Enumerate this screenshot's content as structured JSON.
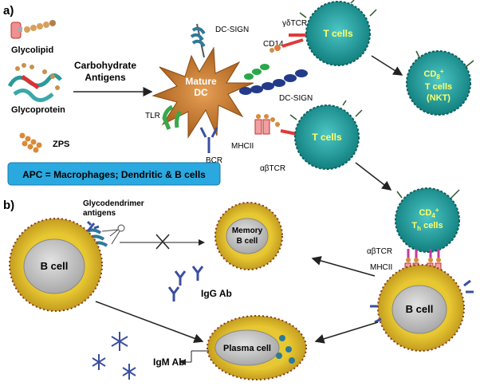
{
  "panel_a": {
    "label": "a)",
    "antigens": [
      "Glycolipid",
      "Glycoprotein",
      "ZPS"
    ],
    "carb_antigens": [
      "Carbohydrate",
      "Antigens"
    ],
    "dc": [
      "Mature",
      "DC"
    ],
    "receptors": {
      "dc_sign_top": "DC-SIGN",
      "gd_tcr": "γδTCR",
      "cd14": "CD14",
      "dc_sign_mid": "DC-SIGN",
      "tlr": "TLR",
      "bcr": "BCR",
      "mhcii": "MHCII",
      "ab_tcr": "αβTCR"
    },
    "tcells_top": "T cells",
    "tcells_mid": "T cells",
    "nkt": [
      "CD",
      "8",
      "+",
      "T cells",
      "(NKT)"
    ],
    "apc_box": "APC = Macrophages; Dendritic & B cells"
  },
  "panel_b": {
    "label": "b)",
    "glycodendrimer": [
      "Glycodendrimer",
      "antigens"
    ],
    "bcell_left": "B cell",
    "memory": [
      "Memory",
      "B cell"
    ],
    "igg": "IgG Ab",
    "plasma": "Plasma cell",
    "igm": "IgM Ab",
    "cd4": [
      "CD",
      "4",
      "+",
      "T",
      "h",
      " cells"
    ],
    "ab_tcr": "αβTCR",
    "mhcii": "MHCII",
    "bcell_right": "B cell"
  },
  "colors": {
    "tcell": "#1f9a9a",
    "tcell_text": "#ffff66",
    "dc": "#c8782a",
    "bcell_ring": "#d9b828",
    "bcell_core": "#c8c8c8",
    "antibody": "#3a4fa0",
    "apc_box": "#2aa9e0",
    "arrow": "#222222"
  }
}
